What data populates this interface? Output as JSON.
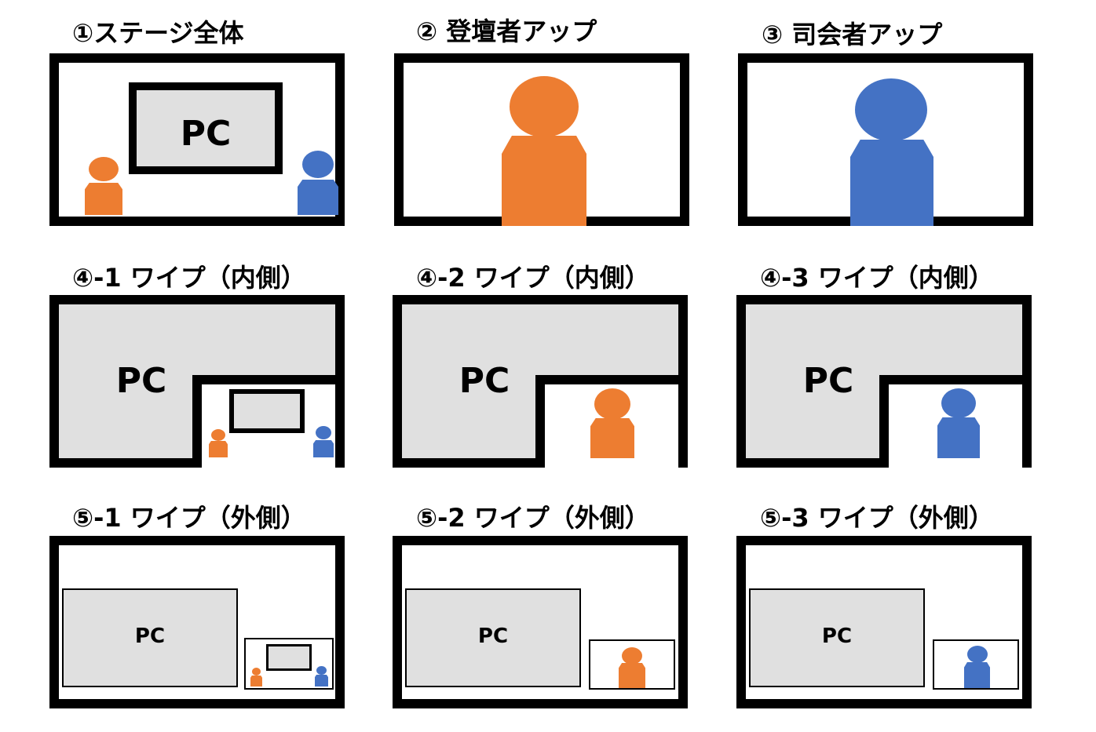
{
  "colors": {
    "orange": "#ED7D31",
    "blue": "#4472C4",
    "gray": "#E0E0E0",
    "frame": "#000000"
  },
  "panels": [
    {
      "title": "①ステージ全体",
      "pc": "PC"
    },
    {
      "title": "② 登壇者アップ"
    },
    {
      "title": "③ 司会者アップ"
    },
    {
      "title": "④-1 ワイプ（内側）",
      "pc": "PC"
    },
    {
      "title": "④-2 ワイプ（内側）",
      "pc": "PC"
    },
    {
      "title": "④-3 ワイプ（内側）",
      "pc": "PC"
    },
    {
      "title": "⑤-1 ワイプ（外側）",
      "pc": "PC"
    },
    {
      "title": "⑤-2 ワイプ（外側）",
      "pc": "PC"
    },
    {
      "title": "⑤-3 ワイプ（外側）",
      "pc": "PC"
    }
  ]
}
